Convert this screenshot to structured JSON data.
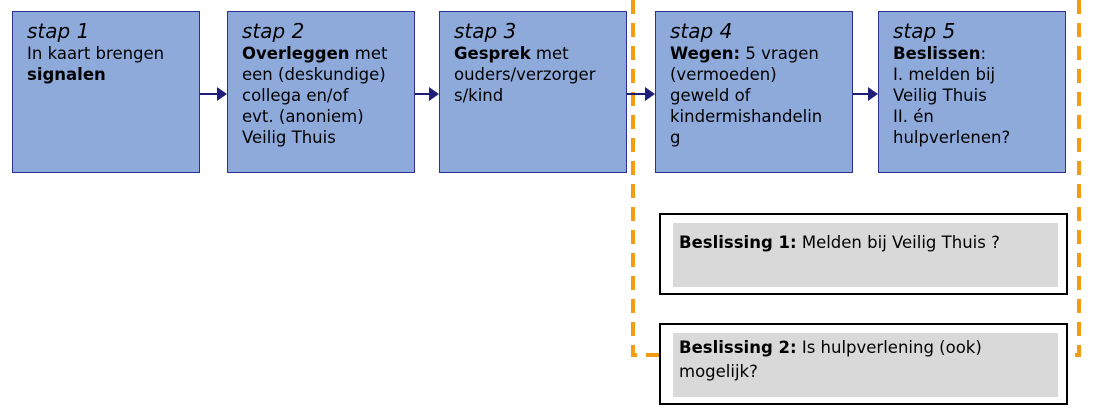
{
  "steps": [
    {
      "title": "stap 1",
      "lines": [
        {
          "plain": "In kaart brengen"
        },
        {
          "bold": "signalen"
        }
      ]
    },
    {
      "title": "stap 2",
      "lines": [
        {
          "bold": "Overleggen",
          "plain": " met"
        },
        {
          "plain": "een (deskundige)"
        },
        {
          "plain": "collega en/of"
        },
        {
          "plain": "evt. (anoniem)"
        },
        {
          "plain": "Veilig Thuis"
        }
      ]
    },
    {
      "title": "stap 3",
      "lines": [
        {
          "bold": "Gesprek",
          "plain": " met"
        },
        {
          "plain": "ouders/verzorger"
        },
        {
          "plain": "s/kind"
        }
      ]
    },
    {
      "title": "stap 4",
      "lines": [
        {
          "bold": "Wegen:",
          "plain": " 5 vragen"
        },
        {
          "plain": "(vermoeden)"
        },
        {
          "plain": "geweld of"
        },
        {
          "plain": "kindermishandelin"
        },
        {
          "plain": "g"
        }
      ]
    },
    {
      "title": "stap 5",
      "lines": [
        {
          "bold": "Beslissen",
          "plain": ":"
        },
        {
          "plain": "I. melden bij"
        },
        {
          "plain": "Veilig Thuis"
        },
        {
          "plain": "II. én"
        },
        {
          "plain": "hulpverlenen?"
        }
      ]
    }
  ],
  "decisions": [
    {
      "bold": "Beslissing 1:",
      "plain": " Melden bij Veilig Thuis  ?"
    },
    {
      "bold": "Beslissing 2:",
      "plain": " Is hulpverlening (ook)",
      "plain2": "mogelijk?"
    }
  ],
  "colors": {
    "box_fill": "#8eaadb",
    "box_border": "#2e3192",
    "arrow": "#1f1f7a",
    "dash": "#f39c12",
    "decision_fill": "#d9d9d9"
  }
}
